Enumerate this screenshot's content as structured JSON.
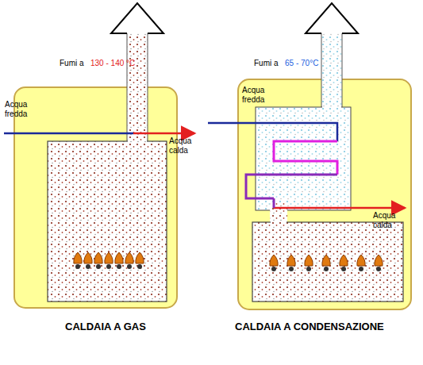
{
  "diagram": {
    "labels": [
      "Fumi a",
      "130 - 140 °C",
      "Acqua fredda",
      "Acqua calda",
      "CALDAIA A GAS",
      "Fumi a",
      "65 - 70°C",
      "Acqua fredda",
      "Acqua calda",
      "CALDAIA A CONDENSAZIONE"
    ]
  }
}
